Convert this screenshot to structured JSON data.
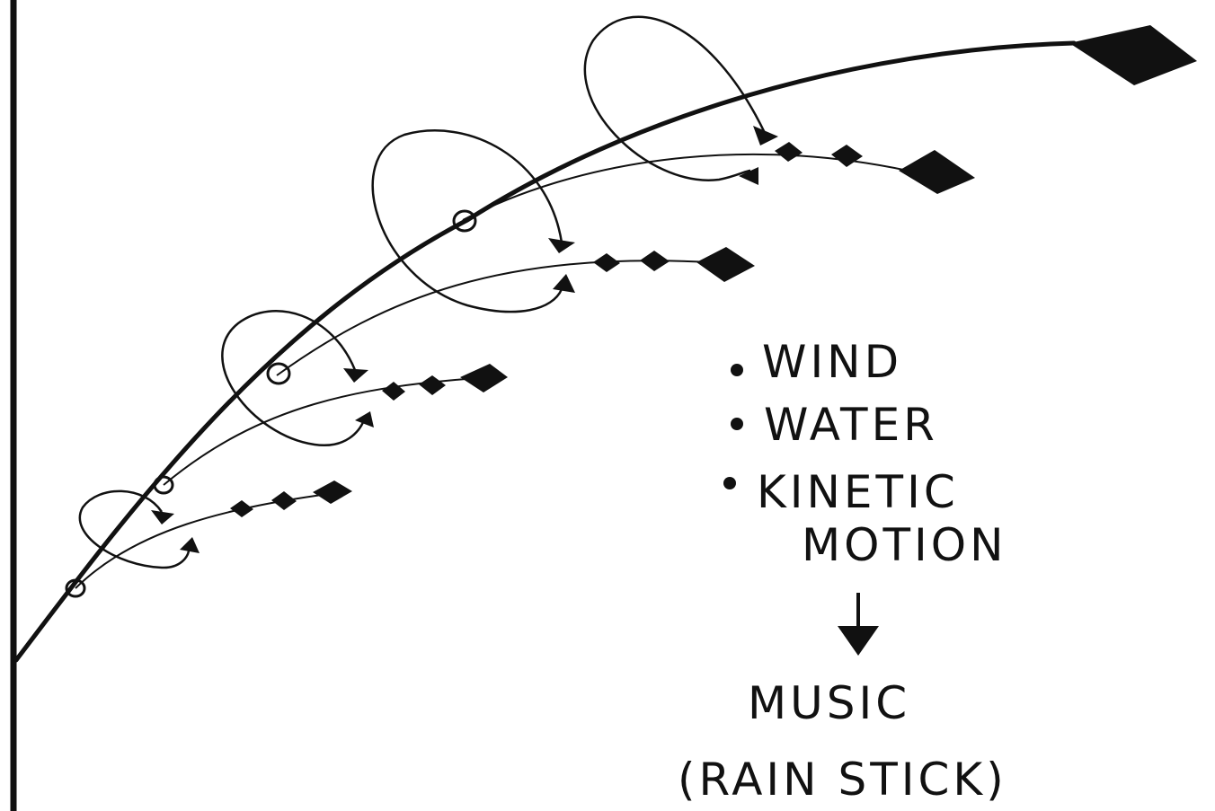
{
  "list": {
    "items": [
      "WIND",
      "WATER",
      "KINETIC",
      "MOTION"
    ]
  },
  "result": {
    "line1": "MUSIC",
    "line2": "(RAIN STICK)"
  },
  "colors": {
    "ink": "#111111",
    "paper": "#ffffff"
  }
}
